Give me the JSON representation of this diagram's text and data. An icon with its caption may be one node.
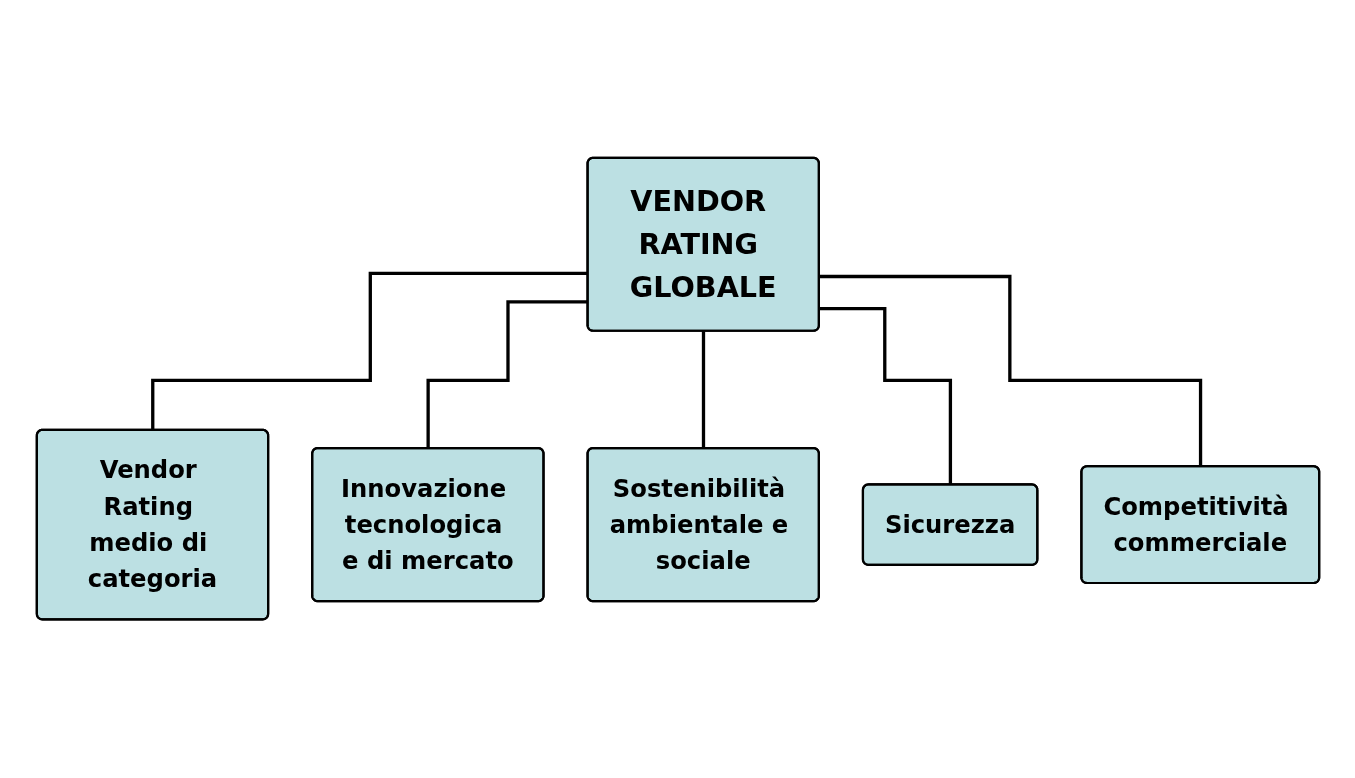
{
  "diagram": {
    "nodes": [
      {
        "text": [
          "VENDOR RATING GLOBALE"
        ]
      },
      {
        "text": [
          "Vendor Rating medio di categoria"
        ]
      },
      {
        "text": [
          "Innovazione tecnologica e di mercato"
        ]
      },
      {
        "text": [
          "Sostenibilità ambientale e sociale"
        ]
      },
      {
        "text": [
          "Sicurezza"
        ]
      },
      {
        "text": [
          "Competitività commerciale"
        ]
      }
    ],
    "edges": [
      {
        "from": 0,
        "to": 1,
        "arrow": "none"
      },
      {
        "from": 0,
        "to": 2,
        "arrow": "none"
      },
      {
        "from": 0,
        "to": 3,
        "arrow": "none"
      },
      {
        "from": 0,
        "to": 4,
        "arrow": "none"
      },
      {
        "from": 0,
        "to": 5,
        "arrow": "none"
      }
    ]
  }
}
